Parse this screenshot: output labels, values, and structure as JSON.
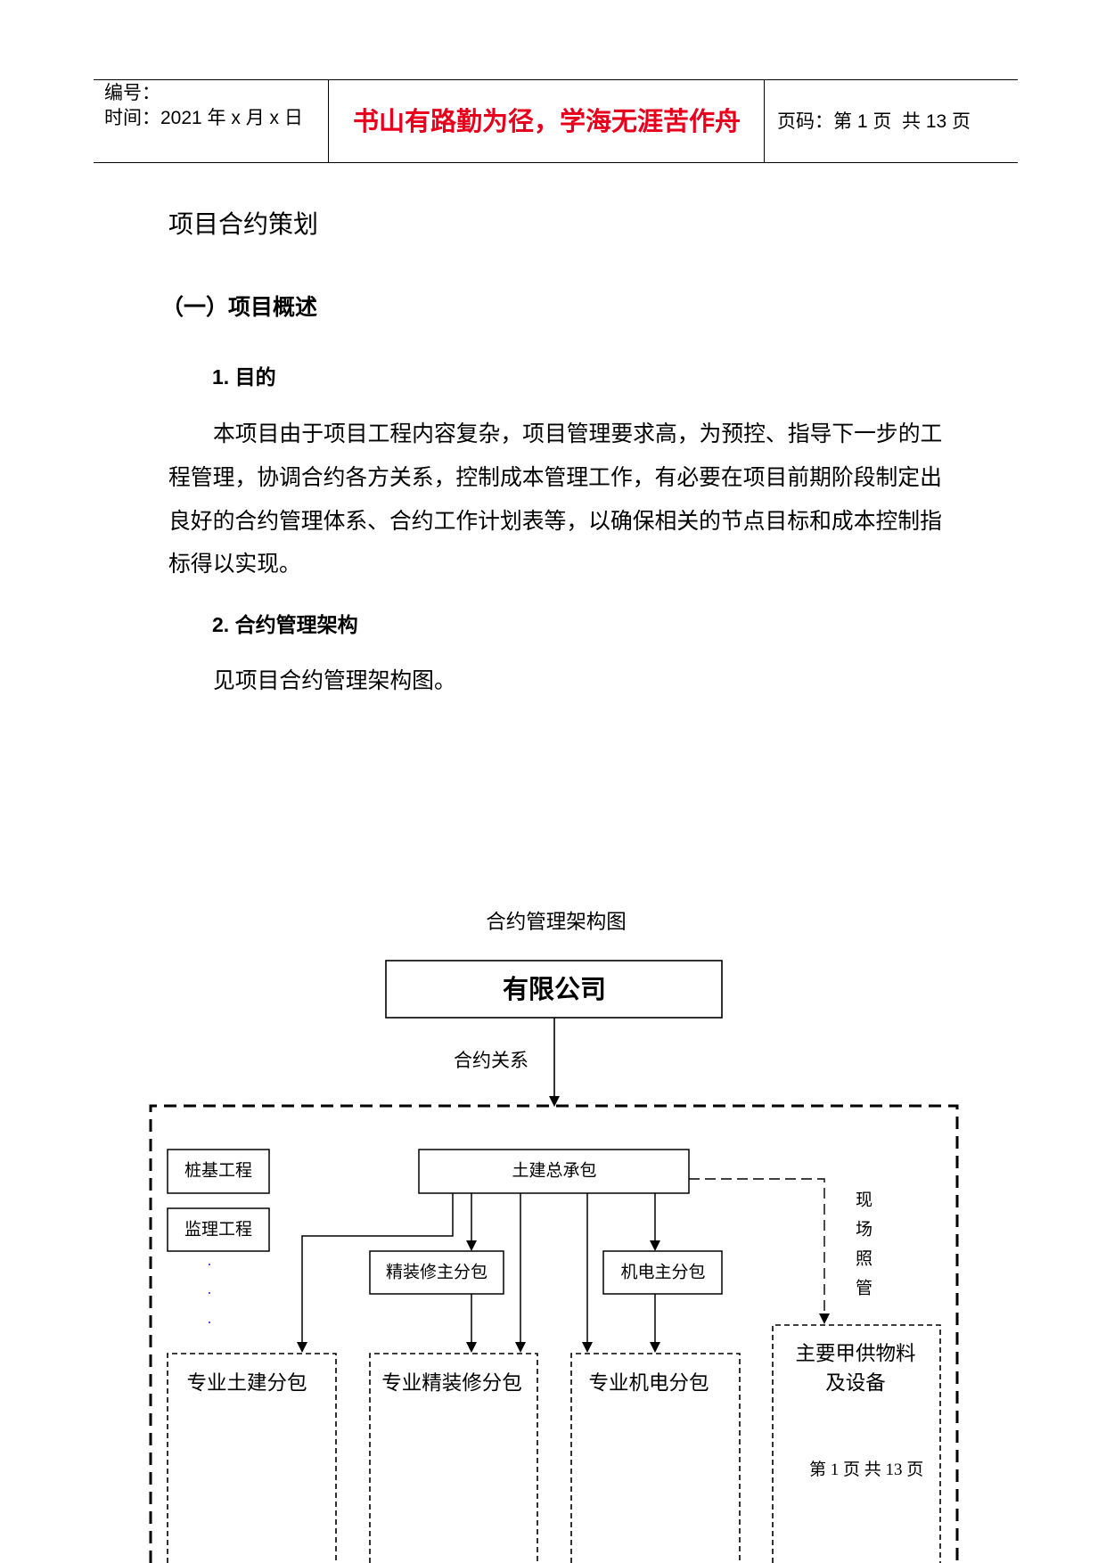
{
  "header": {
    "serial_label": "编号：",
    "date_line": "时间：2021 年 x 月 x 日",
    "motto": "书山有路勤为径，学海无涯苦作舟",
    "page_info": "页码：第 1 页  共 13 页"
  },
  "document": {
    "title": "项目合约策划",
    "section_heading": "（一）项目概述",
    "item_1_heading": "1. 目的",
    "item_1_lines": [
      "本项目由于项目工程内容复杂，项目管理要求高，为预控、指导下一步的工",
      "程管理，协调合约各方关系，控制成本管理工作，有必要在项目前期阶段制定出",
      "良好的合约管理体系、合约工作计划表等，以确保相关的节点目标和成本控制指",
      "标得以实现。"
    ],
    "item_2_heading": "2. 合约管理架构",
    "item_2_text": "见项目合约管理架构图。"
  },
  "diagram": {
    "title": "合约管理架构图",
    "company": "有限公司",
    "relation_label": "合约关系",
    "pile_foundation": "桩基工程",
    "supervision": "监理工程",
    "more_dots": [
      ".",
      ".",
      "."
    ],
    "general_contractor": "土建总承包",
    "site_care": "现场照管",
    "decoration_main": "精装修主分包",
    "mep_main": "机电主分包",
    "civil_subcontract": "专业土建分包",
    "decoration_subcontract": "专业精装修分包",
    "mep_subcontract": "专业机电分包",
    "owner_supplied_lines": [
      "主要甲供物料",
      "及设备"
    ]
  },
  "footer": {
    "page_label": "第 1 页 共 13 页"
  },
  "colors": {
    "motto": "#e8001c",
    "dots": "#1f1fd6"
  }
}
